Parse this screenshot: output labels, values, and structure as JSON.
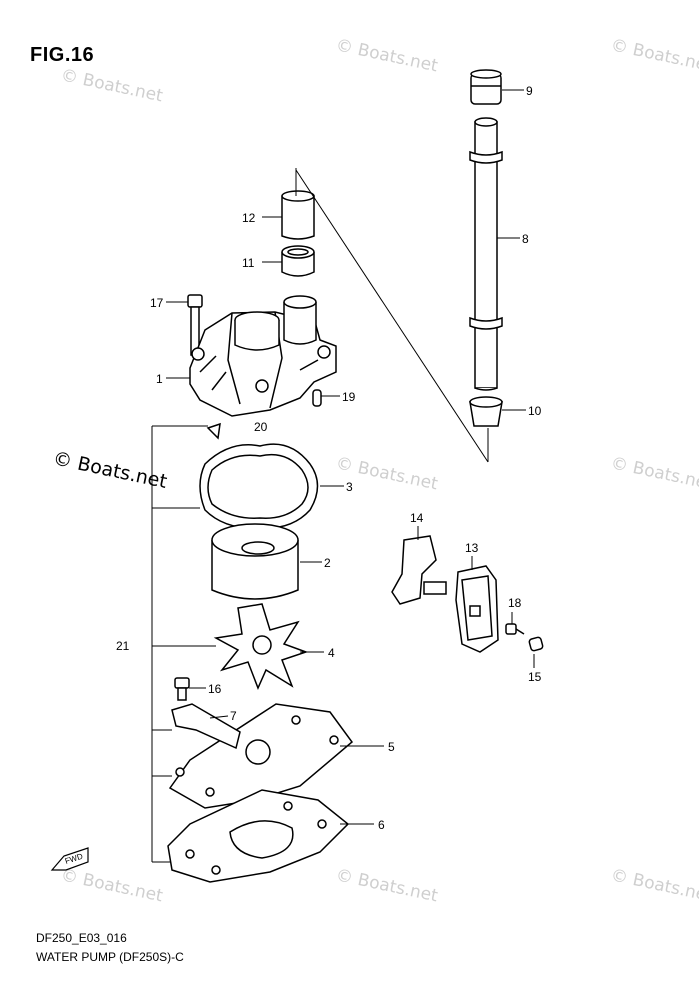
{
  "figure": {
    "title": "FIG.16",
    "code": "DF250_E03_016",
    "caption": "WATER PUMP (DF250S)-C",
    "fwd_label": "FWD"
  },
  "watermark": {
    "prominent": "© Boats.net",
    "faint": "© Boats.net"
  },
  "callouts": [
    "1",
    "2",
    "3",
    "4",
    "5",
    "6",
    "7",
    "8",
    "9",
    "10",
    "11",
    "12",
    "13",
    "14",
    "15",
    "16",
    "17",
    "18",
    "19",
    "20",
    "21"
  ]
}
